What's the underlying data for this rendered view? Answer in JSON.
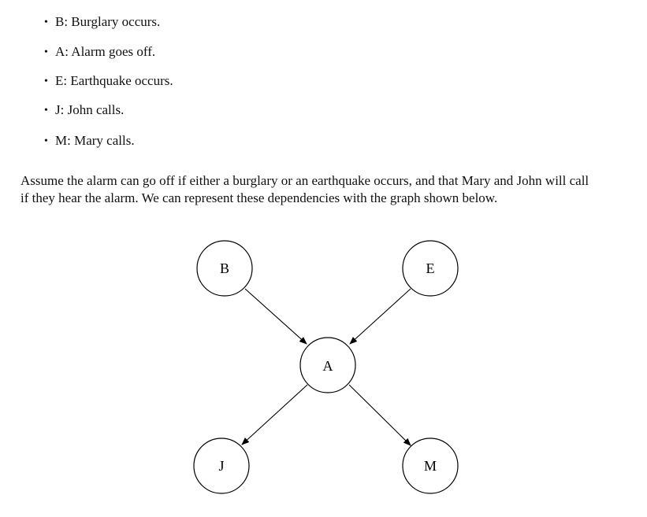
{
  "bullets": [
    {
      "bullet": "•",
      "text": "B: Burglary occurs."
    },
    {
      "bullet": "•",
      "text": "A: Alarm goes off."
    },
    {
      "bullet": "•",
      "text": "E: Earthquake occurs."
    },
    {
      "bullet": "•",
      "text": "J: John calls."
    },
    {
      "bullet": "•",
      "text": "M: Mary calls."
    }
  ],
  "paragraph": {
    "line1": "Assume the alarm can go off if either a burglary or an earthquake occurs, and that Mary and John will call",
    "line2": "if they hear the alarm. We can represent these dependencies with the graph shown below."
  },
  "graph": {
    "nodes": [
      {
        "id": "B",
        "label": "B"
      },
      {
        "id": "E",
        "label": "E"
      },
      {
        "id": "A",
        "label": "A"
      },
      {
        "id": "J",
        "label": "J"
      },
      {
        "id": "M",
        "label": "M"
      }
    ],
    "edges": [
      {
        "from": "B",
        "to": "A"
      },
      {
        "from": "E",
        "to": "A"
      },
      {
        "from": "A",
        "to": "J"
      },
      {
        "from": "A",
        "to": "M"
      }
    ]
  }
}
